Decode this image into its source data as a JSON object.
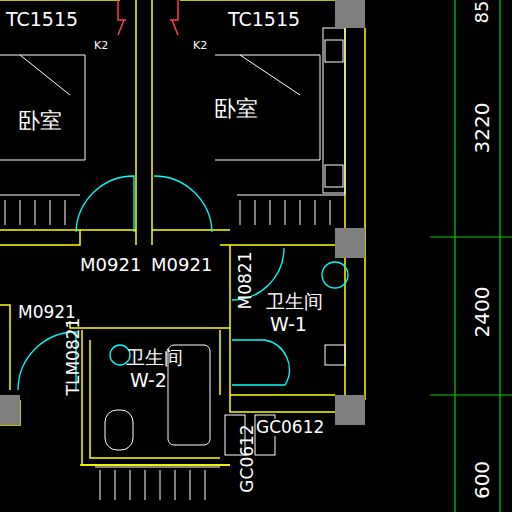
{
  "diagram": {
    "nodes": [
      {
        "text": [
          "卧室"
        ]
      },
      {
        "text": [
          "卧室"
        ]
      },
      {
        "text": [
          "卫生间",
          "W-1"
        ]
      },
      {
        "text": [
          "卫生间",
          "W-2"
        ]
      }
    ],
    "labels": [
      "TC1515",
      "TC1515",
      "K2",
      "K2",
      "85",
      "3220",
      "2400",
      "600",
      "M0921",
      "M0921",
      "M0821",
      "M0921",
      "TLM0821",
      "GC0612",
      "GC0612"
    ]
  }
}
